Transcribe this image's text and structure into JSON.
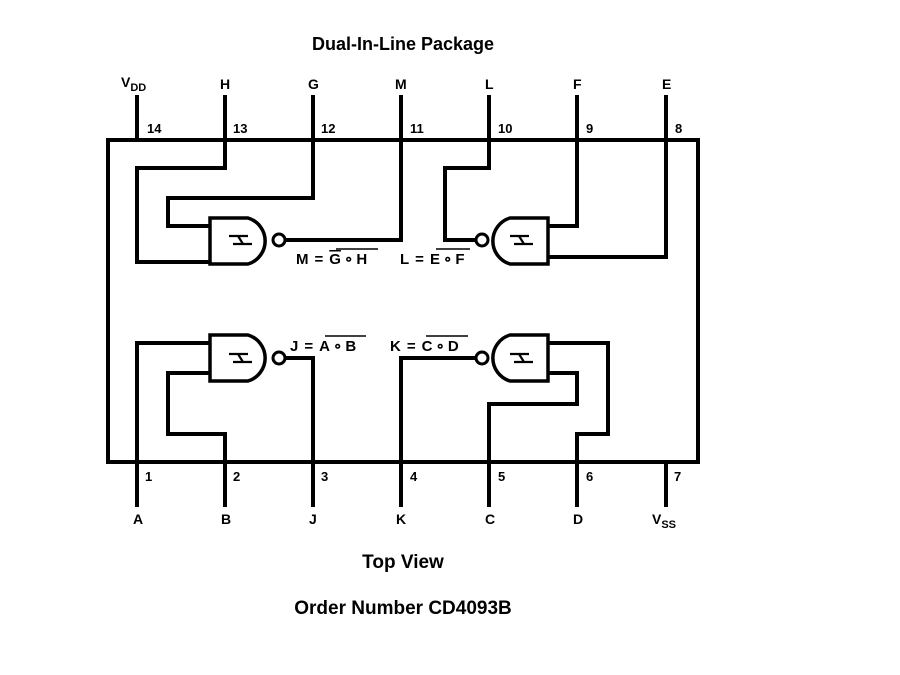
{
  "title": "Dual-In-Line Package",
  "captions": {
    "view": "Top View",
    "order": "Order Number CD4093B"
  },
  "pins_top": [
    {
      "number": "14",
      "name": "V",
      "sub": "DD"
    },
    {
      "number": "13",
      "name": "H",
      "sub": ""
    },
    {
      "number": "12",
      "name": "G",
      "sub": ""
    },
    {
      "number": "11",
      "name": "M",
      "sub": ""
    },
    {
      "number": "10",
      "name": "L",
      "sub": ""
    },
    {
      "number": "9",
      "name": "F",
      "sub": ""
    },
    {
      "number": "8",
      "name": "E",
      "sub": ""
    }
  ],
  "pins_bottom": [
    {
      "number": "1",
      "name": "A",
      "sub": ""
    },
    {
      "number": "2",
      "name": "B",
      "sub": ""
    },
    {
      "number": "3",
      "name": "J",
      "sub": ""
    },
    {
      "number": "4",
      "name": "K",
      "sub": ""
    },
    {
      "number": "5",
      "name": "C",
      "sub": ""
    },
    {
      "number": "6",
      "name": "D",
      "sub": ""
    },
    {
      "number": "7",
      "name": "V",
      "sub": "SS"
    }
  ],
  "gates": [
    {
      "id": "gate-m",
      "type": "schmitt-nand",
      "output": "M",
      "inputs": [
        "G",
        "H"
      ],
      "lhs": "M",
      "rhs_a": "G",
      "rhs_b": "H"
    },
    {
      "id": "gate-l",
      "type": "schmitt-nand",
      "output": "L",
      "inputs": [
        "E",
        "F"
      ],
      "lhs": "L",
      "rhs_a": "E",
      "rhs_b": "F"
    },
    {
      "id": "gate-j",
      "type": "schmitt-nand",
      "output": "J",
      "inputs": [
        "A",
        "B"
      ],
      "lhs": "J",
      "rhs_a": "A",
      "rhs_b": "B"
    },
    {
      "id": "gate-k",
      "type": "schmitt-nand",
      "output": "K",
      "inputs": [
        "C",
        "D"
      ],
      "lhs": "K",
      "rhs_a": "C",
      "rhs_b": "D"
    }
  ],
  "symbols": {
    "equals": "=",
    "and_dot": "∘"
  }
}
